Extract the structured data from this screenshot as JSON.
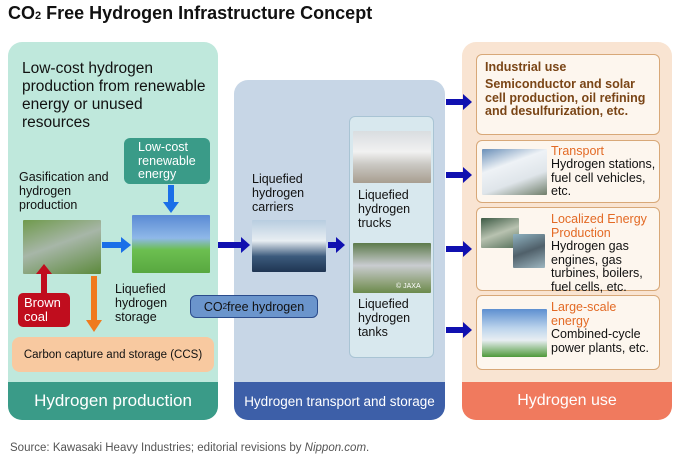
{
  "title": {
    "prefix": "CO",
    "sub": "2",
    "rest": " Free Hydrogen Infrastructure Concept"
  },
  "production": {
    "headline": "Low-cost hydrogen production from renewable energy or unused resources",
    "renewable_box": "Low-cost renewable energy",
    "gasification": "Gasification and hydrogen production",
    "brown_coal": "Brown coal",
    "storage": "Liquefied hydrogen storage",
    "ccs": "Carbon capture and storage (CCS)",
    "footer": "Hydrogen production"
  },
  "co2_free": {
    "prefix": "CO",
    "sub": "2",
    "rest": " free hydrogen"
  },
  "transport": {
    "carriers": "Liquefied hydrogen carriers",
    "trucks": "Liquefied hydrogen trucks",
    "tanks": "Liquefied hydrogen tanks",
    "tank_credit": "© JAXA",
    "footer": "Hydrogen transport and storage"
  },
  "use": {
    "industrial": {
      "head": "Industrial use",
      "body": "Semiconductor and solar cell production, oil refining and desulfurization, etc."
    },
    "transport": {
      "head": "Transport",
      "body": "Hydrogen stations, fuel cell vehicles, etc."
    },
    "localized": {
      "head": "Localized Energy Production",
      "body": "Hydrogen gas engines, gas turbines, boilers, fuel cells, etc."
    },
    "large": {
      "head": "Large-scale energy",
      "body": "Combined-cycle power plants, etc."
    },
    "footer": "Hydrogen use"
  },
  "source": {
    "text": "Source: Kawasaki Heavy Industries; editorial revisions by ",
    "site": "Nippon.com",
    "end": "."
  },
  "colors": {
    "production": "#bfe8dc",
    "production_footer": "#3a9b88",
    "transport": "#c7d6e6",
    "transport_footer": "#3d5fa8",
    "use": "#f9e4d2",
    "use_footer": "#f07a5e",
    "arrow": "#1010b0"
  }
}
